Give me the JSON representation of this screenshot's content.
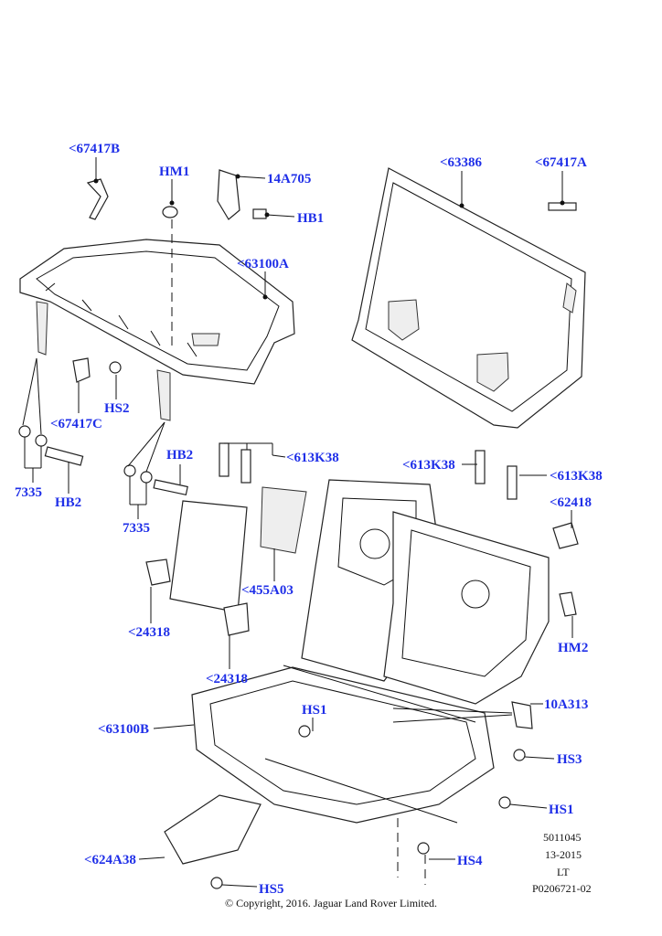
{
  "labels": [
    {
      "id": "67417b",
      "text": "<67417B"
    },
    {
      "id": "hm1",
      "text": "HM1"
    },
    {
      "id": "14a705",
      "text": "14A705"
    },
    {
      "id": "hb1",
      "text": "HB1"
    },
    {
      "id": "63386",
      "text": "<63386"
    },
    {
      "id": "67417a",
      "text": "<67417A"
    },
    {
      "id": "63100a",
      "text": "<63100A"
    },
    {
      "id": "hs2",
      "text": "HS2"
    },
    {
      "id": "67417c",
      "text": "<67417C"
    },
    {
      "id": "7335-left",
      "text": "7335"
    },
    {
      "id": "hb2-left",
      "text": "HB2"
    },
    {
      "id": "hb2-mid",
      "text": "HB2"
    },
    {
      "id": "7335-mid",
      "text": "7335"
    },
    {
      "id": "613k38-a",
      "text": "<613K38"
    },
    {
      "id": "613k38-b",
      "text": "<613K38"
    },
    {
      "id": "613k38-c",
      "text": "<613K38"
    },
    {
      "id": "62418",
      "text": "<62418"
    },
    {
      "id": "455a03",
      "text": "<455A03"
    },
    {
      "id": "24318-a",
      "text": "<24318"
    },
    {
      "id": "24318-b",
      "text": "<24318"
    },
    {
      "id": "hm2",
      "text": "HM2"
    },
    {
      "id": "10a313",
      "text": "10A313"
    },
    {
      "id": "hs1-a",
      "text": "HS1"
    },
    {
      "id": "63100b",
      "text": "<63100B"
    },
    {
      "id": "hs3",
      "text": "HS3"
    },
    {
      "id": "hs1-b",
      "text": "HS1"
    },
    {
      "id": "624a38",
      "text": "<624A38"
    },
    {
      "id": "hs4",
      "text": "HS4"
    },
    {
      "id": "hs5",
      "text": "HS5"
    }
  ],
  "notes": [
    "5011045",
    "13-2015",
    "LT",
    "P0206721-02"
  ],
  "copyright": "© Copyright, 2016. Jaguar Land Rover Limited.",
  "colors": {
    "label": "#1f2fe8",
    "line": "#111111"
  }
}
